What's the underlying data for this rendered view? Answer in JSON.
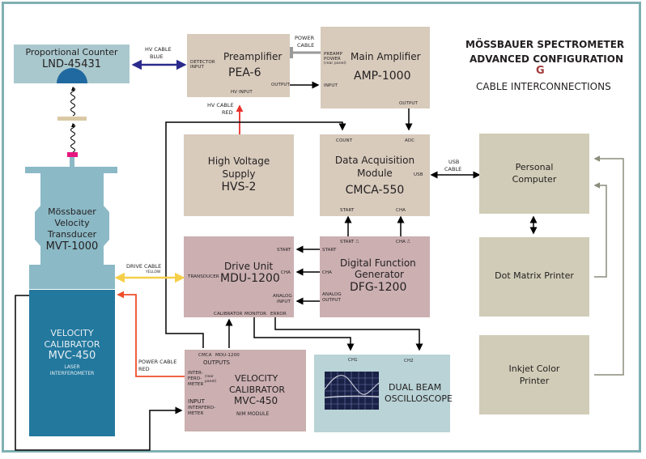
{
  "title": {
    "line1": "MÖSSBAUER SPECTROMETER",
    "line2": "ADVANCED CONFIGURATION",
    "letter": "G",
    "line3": "CABLE INTERCONNECTIONS",
    "letter_color": "#a23b3b"
  },
  "colors": {
    "hv_blue": "#2b2a8c",
    "hv_red": "#e8302a",
    "drive_yellow": "#f6cf4a",
    "power_red": "#ef4d2a",
    "wire_black": "#000000",
    "wire_gray": "#8c8c7c",
    "frame_teal": "#7fb0b2"
  },
  "counter": {
    "name": "Proportional Counter",
    "model": "LND-45431"
  },
  "preamp": {
    "name": "Preamplifier",
    "model": "PEA-6",
    "detector_input": "DETECTOR",
    "detector_input2": "INPUT",
    "output": "OUTPUT",
    "hv_input": "HV INPUT"
  },
  "amp": {
    "name": "Main Amplifier",
    "model": "AMP-1000",
    "preamp_power1": "PREAMP",
    "preamp_power2": "POWER",
    "preamp_power3": "(rear panel)",
    "input": "INPUT",
    "output": "OUTPUT"
  },
  "hvs": {
    "line1": "High Voltage",
    "line2": "Supply",
    "model": "HVS-2"
  },
  "daq": {
    "line1": "Data Acquisition",
    "line2": "Module",
    "model": "CMCA-550",
    "count": "COUNT",
    "adc": "ADC",
    "usb": "USB",
    "start": "START",
    "cha": "CHA"
  },
  "pc": {
    "line1": "Personal",
    "line2": "Computer"
  },
  "dot_printer": {
    "name": "Dot Matrix Printer"
  },
  "inkjet": {
    "line1": "Inkjet Color",
    "line2": "Printer"
  },
  "transducer": {
    "line1": "Mössbauer",
    "line2": "Velocity",
    "line3": "Transducer",
    "model": "MVT-1000"
  },
  "laser": {
    "line1": "VELOCITY",
    "line2": "CALIBRATOR",
    "model": "MVC-450",
    "line3": "LASER",
    "line4": "INTERFEROMETER"
  },
  "drive": {
    "name": "Drive Unit",
    "model": "MDU-1200",
    "start": "START",
    "cha": "CHA",
    "analog1": "ANALOG",
    "analog2": "INPUT",
    "transducer": "TRANSDUCER",
    "calibrator": "CALIBRATOR",
    "monitor": "MONITOR",
    "error": "ERROR"
  },
  "dfg": {
    "line1": "Digital Function",
    "line2": "Generator",
    "model": "DFG-1200",
    "start_out": "START ⎍",
    "cha_out": "CHA ⎍",
    "start": "START",
    "cha": "CHA",
    "analog1": "ANALOG",
    "analog2": "OUTPUT"
  },
  "nim": {
    "line1": "VELOCITY",
    "line2": "CALIBRATOR",
    "model": "MVC-450",
    "sub": "NIM MODULE",
    "cmca": "CMCA",
    "mdu": "MDU-1200",
    "outputs": "OUTPUTS",
    "inter1": "INTER-",
    "inter2": "FERO-",
    "inter3": "METER",
    "rear1": "(rear",
    "rear2": "panel)",
    "input": "INPUT",
    "input2": "INTERFERO-",
    "input3": "METER"
  },
  "scope": {
    "line1": "DUAL BEAM",
    "line2": "OSCILLOSCOPE",
    "ch1": "CH1",
    "ch2": "CH2"
  },
  "cables": {
    "hv_blue1": "HV CABLE",
    "hv_blue2": "BLUE",
    "power1": "POWER",
    "power2": "CABLE",
    "hv_red1": "HV CABLE",
    "hv_red2": "RED",
    "usb1": "USB",
    "usb2": "CABLE",
    "drive1": "DRIVE CABLE",
    "drive2": "YELLOW",
    "pwr_red1": "POWER CABLE",
    "pwr_red2": "RED"
  }
}
